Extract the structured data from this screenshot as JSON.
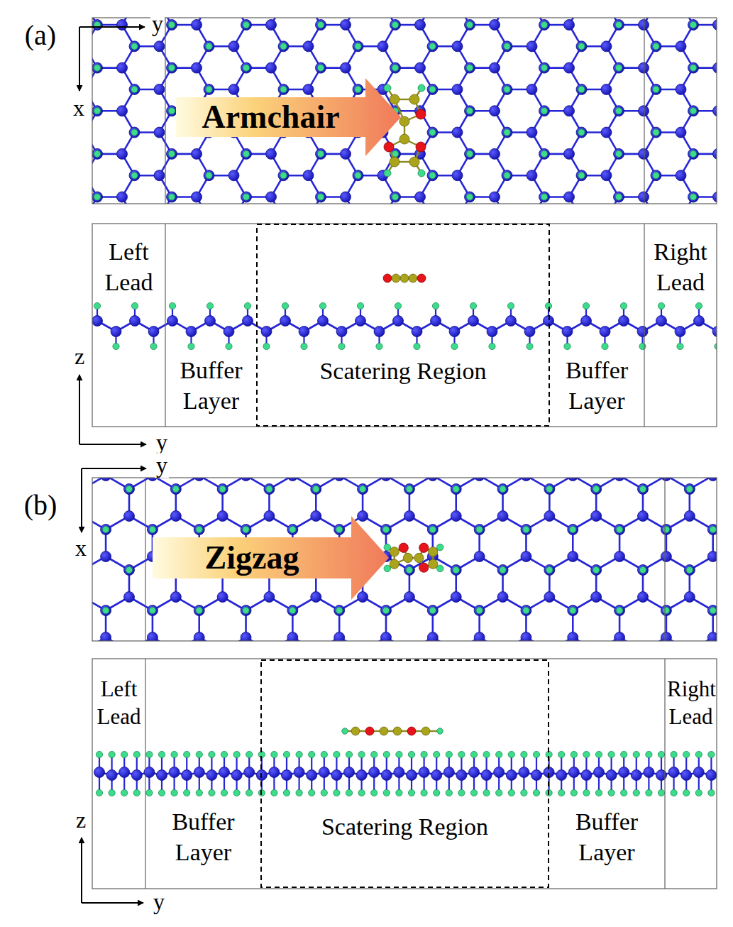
{
  "diagram": {
    "nodes": [
      {
        "text": [
          "Armchair"
        ]
      },
      {
        "text": [
          "Left Lead"
        ]
      },
      {
        "text": [
          "Buffer Layer"
        ]
      },
      {
        "text": [
          "Scatering Region"
        ]
      },
      {
        "text": [
          "Buffer Layer"
        ]
      },
      {
        "text": [
          "Right Lead"
        ]
      },
      {
        "text": [
          "Zigzag"
        ]
      },
      {
        "text": [
          "Left Lead"
        ]
      },
      {
        "text": [
          "Buffer Layer"
        ]
      },
      {
        "text": [
          "Scatering Region"
        ]
      },
      {
        "text": [
          "Buffer Layer"
        ]
      },
      {
        "text": [
          "Right Lead"
        ]
      }
    ],
    "labels": [
      "(a)",
      "y",
      "x",
      "z",
      "y",
      "(b)",
      "y",
      "x",
      "z",
      "y"
    ]
  }
}
